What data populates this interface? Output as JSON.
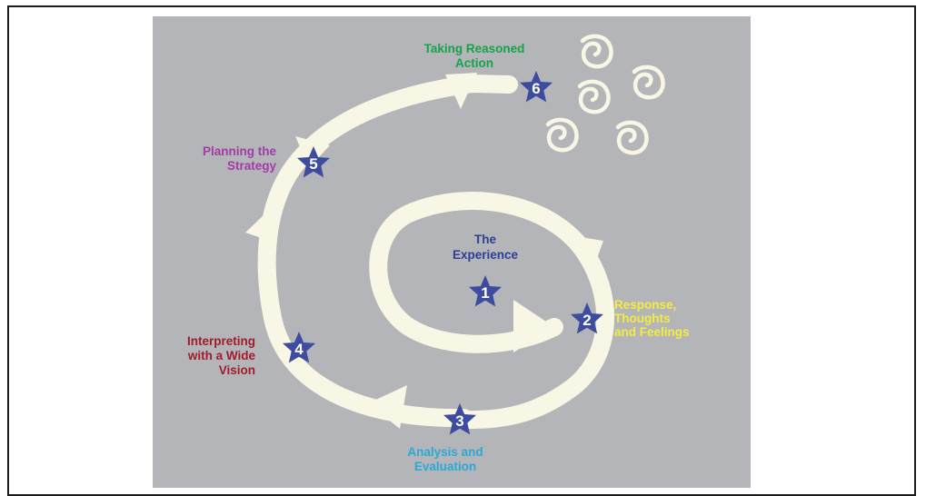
{
  "stages": [
    {
      "num": "1",
      "lines": [
        "The",
        "Experience"
      ],
      "color": "#2b3f94"
    },
    {
      "num": "2",
      "lines": [
        "Response,",
        "Thoughts",
        "and Feelings"
      ],
      "color": "#f4ec3f"
    },
    {
      "num": "3",
      "lines": [
        "Analysis and",
        "Evaluation"
      ],
      "color": "#2aa9d8"
    },
    {
      "num": "4",
      "lines": [
        "Interpreting",
        "with a Wide",
        "Vision"
      ],
      "color": "#a11b2c"
    },
    {
      "num": "5",
      "lines": [
        "Planning the",
        "Strategy"
      ],
      "color": "#a23ba6"
    },
    {
      "num": "6",
      "lines": [
        "Taking Reasoned",
        "Action"
      ],
      "color": "#15a34a"
    }
  ],
  "colors": {
    "panel": "#b3b5b8",
    "arrow": "#f8f6e4",
    "star": "#3d4c9f"
  },
  "icons": [
    "star-icon",
    "spiral-icon"
  ]
}
